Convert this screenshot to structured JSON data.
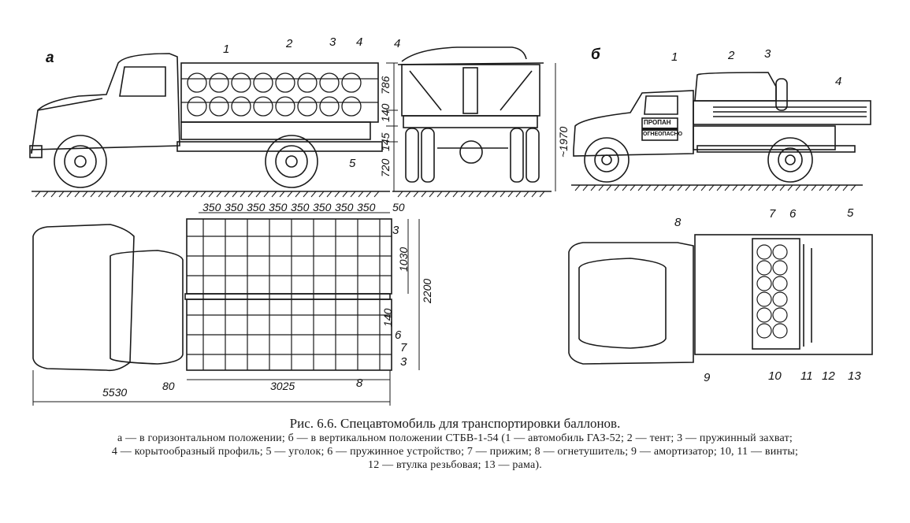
{
  "panels": {
    "a": {
      "letter": "а",
      "side_labels": [
        "1",
        "2",
        "3",
        "4",
        "5"
      ],
      "rear_label": "4",
      "side_dims": [
        "786",
        "140",
        "145",
        "720"
      ],
      "height_dim": "~1970",
      "top_dims": {
        "spacing": [
          "350",
          "350",
          "350",
          "350",
          "350",
          "350",
          "350",
          "350"
        ],
        "edge": "50",
        "width_upper": "1030",
        "total_width": "2200",
        "gap": "140",
        "length": "3025",
        "overall": "5530",
        "offset": "80"
      },
      "top_labels": {
        "three_top": "3",
        "six": "6",
        "seven": "7",
        "three_bottom": "3",
        "eight": "8"
      }
    },
    "b": {
      "letter": "б",
      "side_labels": [
        "1",
        "2",
        "3",
        "4"
      ],
      "door_text": [
        "ПРОПАН",
        "ОГНЕОПАСНО"
      ],
      "top_labels": [
        "8",
        "7",
        "6",
        "5",
        "9",
        "10",
        "11",
        "12",
        "13"
      ]
    }
  },
  "caption": {
    "title": "Рис. 6.6. Спецавтомобиль для транспортировки баллонов.",
    "lines": [
      "а — в горизонтальном положении; б — в вертикальном положении СТБВ-1-54 (1 — автомобиль ГАЗ-52; 2 — тент; 3 — пружинный захват;",
      "4 — корытообразный профиль; 5 — уголок; 6 — пружинное устройство; 7 — прижим; 8 — огнетушитель; 9 — амортизатор; 10, 11 — винты;",
      "12 — втулка резьбовая; 13 — рама)."
    ]
  }
}
